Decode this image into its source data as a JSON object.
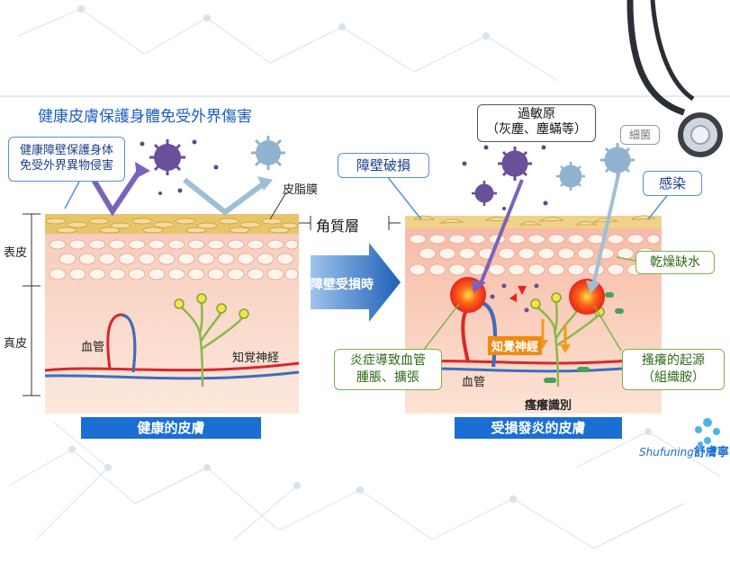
{
  "title": "健康皮膚保護身體免受外界傷害",
  "left_panel": {
    "callout": [
      "健康障壁保護身体",
      "免受外界異物侵害"
    ],
    "sebum_label": "皮脂膜",
    "epidermis_label": "表皮",
    "dermis_label": "真皮",
    "vessel_label": "血管",
    "nerve_label": "知覚神経",
    "caption": "健康的皮膚"
  },
  "center": {
    "stratum_label": "角質層",
    "arrow_label": "障壁受損時"
  },
  "right_panel": {
    "allergen_label": [
      "過敏原",
      "（灰塵、塵蟎等）"
    ],
    "bacteria_label": "細菌",
    "barrier_damage_label": "障壁破損",
    "infection_label": "感染",
    "dryness_label": "乾燥缺水",
    "inflammation_label": [
      "炎症導致血管",
      "腫脹、擴張"
    ],
    "nerve_label": "知覺神經",
    "vessel_label": "血管",
    "itch_origin_label": [
      "搔癢的起源",
      "（組織胺）"
    ],
    "itch_recognition_label": "瘙癢識別",
    "caption": "受損發炎的皮膚"
  },
  "brand": {
    "latin": "Shufuning",
    "chinese": "舒膚寧",
    "mark": "®"
  },
  "colors": {
    "title_blue": "#1a5fc0",
    "bar_blue": "#1b6fd3",
    "arrow_blue": "#1f6fc8",
    "callout_border": "#5b8fd6",
    "green_border": "#7ab648",
    "vessel_red": "#d8282a",
    "vessel_blue": "#3a6fc0",
    "nerve_green": "#8ab84a",
    "virus_purple": "#6a4f9a",
    "virus_blue": "#8fb3cf",
    "corneum_yellow": "#e3c061"
  }
}
